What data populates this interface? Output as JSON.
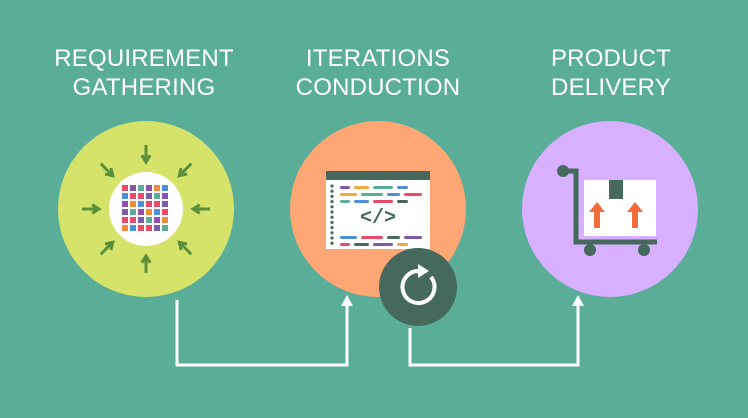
{
  "colors": {
    "background": "#5aae98",
    "circle_1": "#d6e36b",
    "circle_2": "#ffa774",
    "circle_3": "#d7b1ff",
    "refresh_badge": "#45695c",
    "connector": "#ffffff",
    "arrow_green": "#5a8f3a"
  },
  "steps": [
    {
      "title_line1": "REQUIREMENT",
      "title_line2": "GATHERING",
      "icon": "converging-arrows-grid-icon"
    },
    {
      "title_line1": "ITERATIONS",
      "title_line2": "CONDUCTION",
      "icon": "code-window-icon",
      "badge_icon": "refresh-icon",
      "code_symbol": "</>"
    },
    {
      "title_line1": "PRODUCT",
      "title_line2": "DELIVERY",
      "icon": "hand-truck-box-icon"
    }
  ],
  "connectors": [
    {
      "from": "requirement-gathering",
      "to": "iterations-conduction"
    },
    {
      "from": "iterations-conduction",
      "to": "product-delivery"
    }
  ]
}
